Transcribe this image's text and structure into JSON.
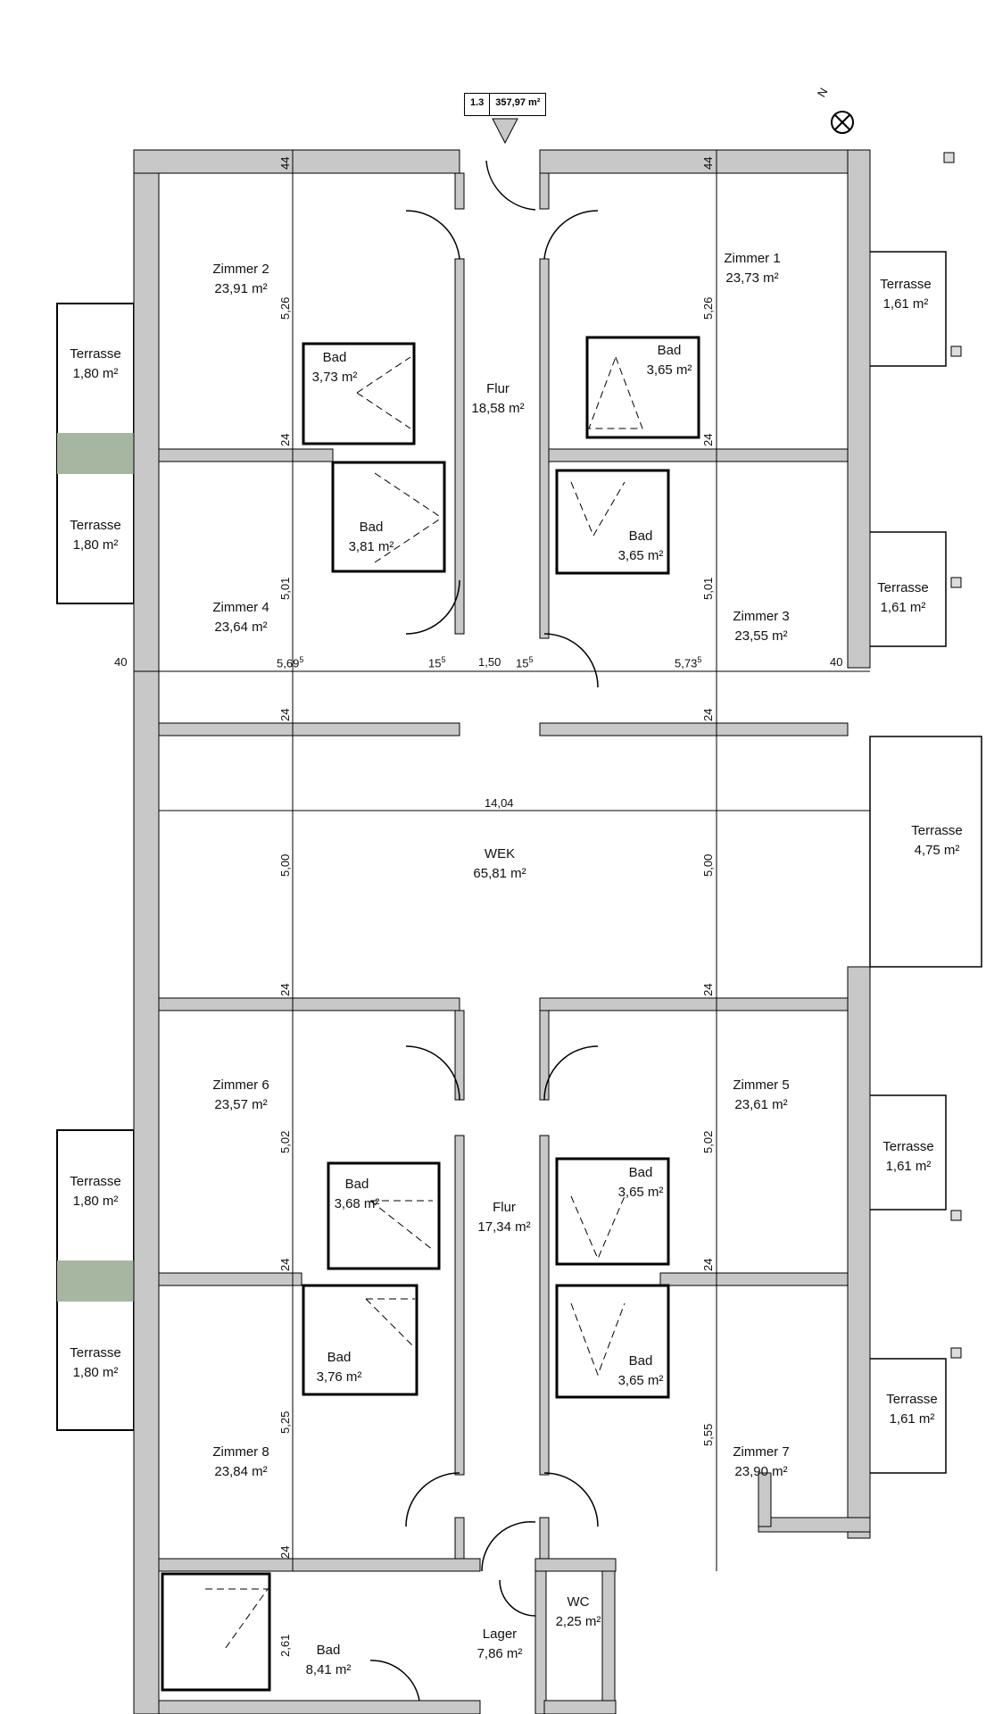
{
  "level_tag": {
    "id": "1.3",
    "total_area": "357,97 m²"
  },
  "north_label": "N",
  "rooms": {
    "zimmer2": {
      "name": "Zimmer 2",
      "area": "23,91 m²"
    },
    "zimmer1": {
      "name": "Zimmer 1",
      "area": "23,73 m²"
    },
    "zimmer4": {
      "name": "Zimmer 4",
      "area": "23,64 m²"
    },
    "zimmer3": {
      "name": "Zimmer 3",
      "area": "23,55 m²"
    },
    "zimmer6": {
      "name": "Zimmer 6",
      "area": "23,57 m²"
    },
    "zimmer5": {
      "name": "Zimmer 5",
      "area": "23,61 m²"
    },
    "zimmer8": {
      "name": "Zimmer 8",
      "area": "23,84 m²"
    },
    "zimmer7": {
      "name": "Zimmer 7",
      "area": "23,90 m²"
    },
    "flur1": {
      "name": "Flur",
      "area": "18,58 m²"
    },
    "flur2": {
      "name": "Flur",
      "area": "17,34 m²"
    },
    "wek": {
      "name": "WEK",
      "area": "65,81 m²"
    },
    "bad_z2": {
      "name": "Bad",
      "area": "3,73 m²"
    },
    "bad_z1": {
      "name": "Bad",
      "area": "3,65 m²"
    },
    "bad_z4": {
      "name": "Bad",
      "area": "3,81 m²"
    },
    "bad_z3": {
      "name": "Bad",
      "area": "3,65 m²"
    },
    "bad_z6": {
      "name": "Bad",
      "area": "3,68 m²"
    },
    "bad_z5": {
      "name": "Bad",
      "area": "3,65 m²"
    },
    "bad_z8": {
      "name": "Bad",
      "area": "3,76 m²"
    },
    "bad_z7": {
      "name": "Bad",
      "area": "3,65 m²"
    },
    "bad_big": {
      "name": "Bad",
      "area": "8,41 m²"
    },
    "lager": {
      "name": "Lager",
      "area": "7,86 m²"
    },
    "wc": {
      "name": "WC",
      "area": "2,25 m²"
    },
    "terrasse_l1": {
      "name": "Terrasse",
      "area": "1,80 m²"
    },
    "terrasse_l2": {
      "name": "Terrasse",
      "area": "1,80 m²"
    },
    "terrasse_l3": {
      "name": "Terrasse",
      "area": "1,80 m²"
    },
    "terrasse_l4": {
      "name": "Terrasse",
      "area": "1,80 m²"
    },
    "terrasse_r1": {
      "name": "Terrasse",
      "area": "1,61 m²"
    },
    "terrasse_r2": {
      "name": "Terrasse",
      "area": "1,61 m²"
    },
    "terrasse_r3": {
      "name": "Terrasse",
      "area": "1,61 m²"
    },
    "terrasse_r4": {
      "name": "Terrasse",
      "area": "1,61 m²"
    },
    "terrasse_wek": {
      "name": "Terrasse",
      "area": "4,75 m²"
    }
  },
  "dimensions": {
    "d44a": "44",
    "d44b": "44",
    "d526a": "5,26",
    "d526b": "5,26",
    "d24a": "24",
    "d24b": "24",
    "d24c": "24",
    "d24d": "24",
    "d24e": "24",
    "d24f": "24",
    "d24g": "24",
    "d24h": "24",
    "d24i": "24",
    "d501a": "5,01",
    "d501b": "5,01",
    "d40a": "40",
    "d40b": "40",
    "d5695": "5,69",
    "d5695s": "5",
    "d155a": "15",
    "d155as": "5",
    "d150": "1,50",
    "d155b": "15",
    "d155bs": "5",
    "d5735": "5,73",
    "d5735s": "5",
    "d1404": "14,04",
    "d500a": "5,00",
    "d500b": "5,00",
    "d502a": "5,02",
    "d502b": "5,02",
    "d525": "5,25",
    "d555": "5,55",
    "d261": "2,61"
  }
}
